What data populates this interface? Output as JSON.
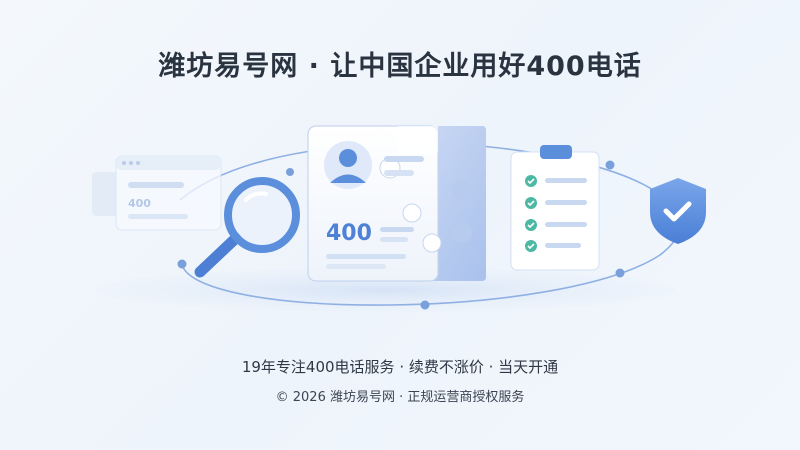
{
  "headline": "潍坊易号网 · 让中国企业用好400电话",
  "illustration": {
    "card_number": "400",
    "browser_number": "400",
    "icons": [
      "browser-window-icon",
      "magnifier-icon",
      "profile-card-icon",
      "puzzle-icon",
      "checklist-clipboard-icon",
      "shield-check-icon"
    ],
    "accent_color": "#5b8fdc"
  },
  "tagline": "19年专注400电话服务 · 续费不涨价 · 当天开通",
  "copyright": "© 2026 潍坊易号网 · 正规运营商授权服务"
}
